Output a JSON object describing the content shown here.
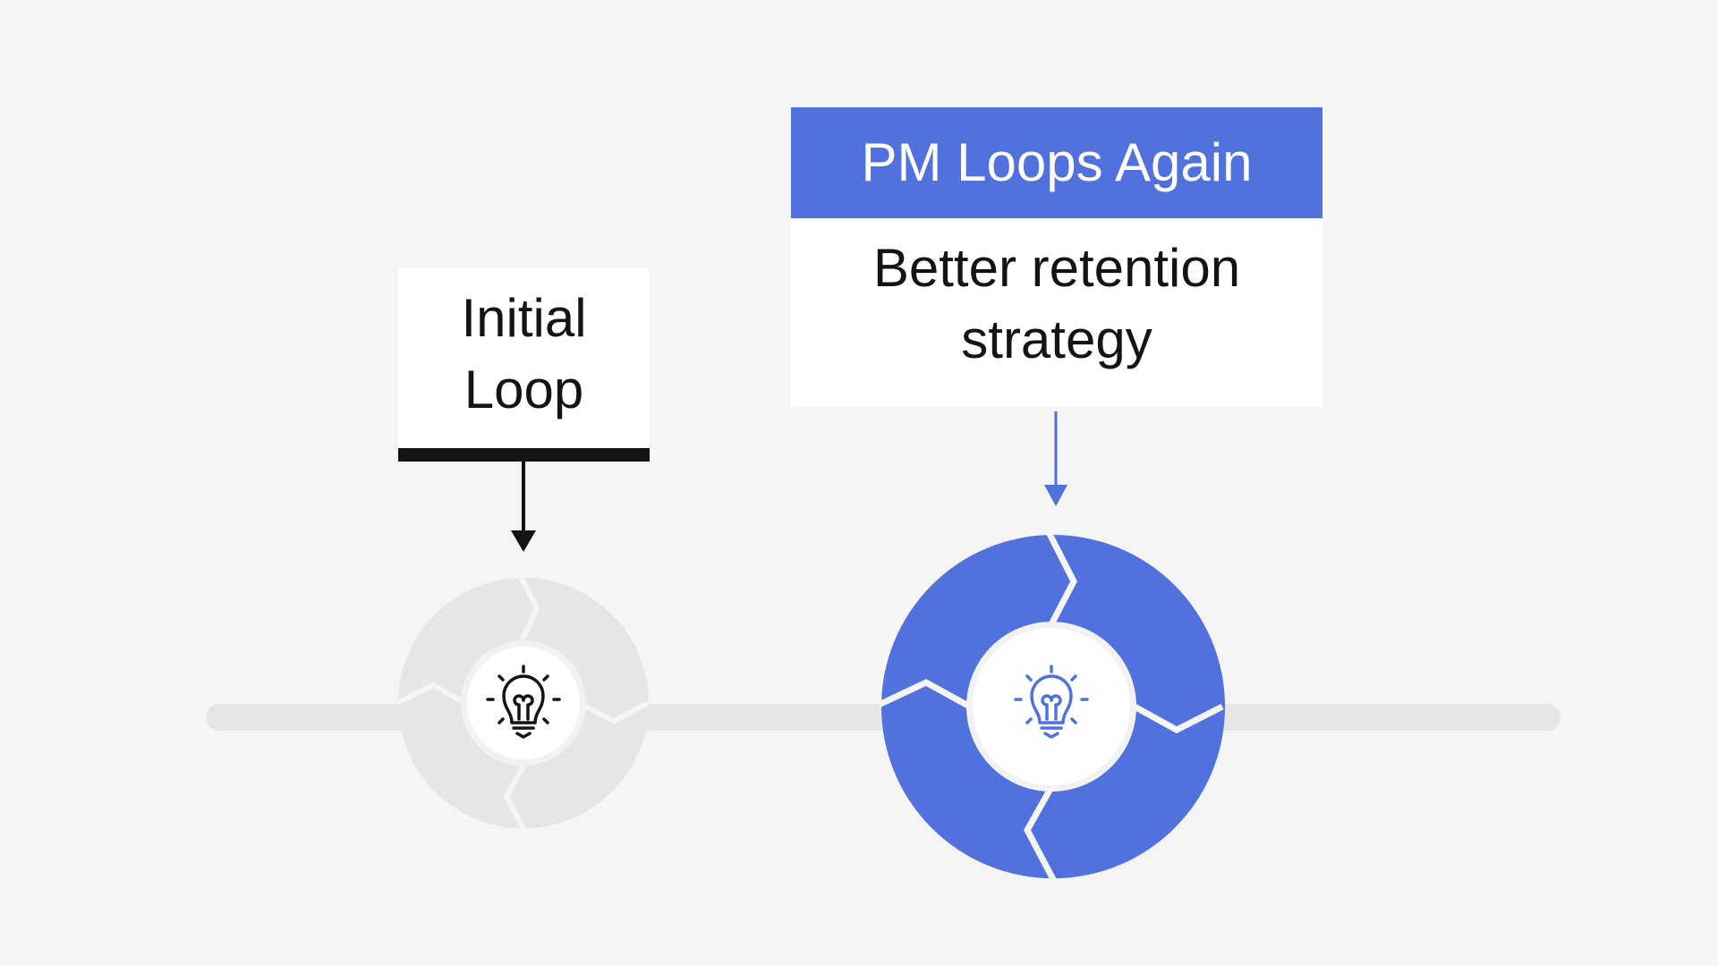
{
  "diagram": {
    "initial_loop": {
      "label": "Initial Loop",
      "ring_color": "#e6e6e5",
      "icon": "lightbulb-icon",
      "icon_color": "#141414"
    },
    "pm_loops_again": {
      "title": "PM Loops Again",
      "description": "Better retention strategy",
      "accent_color": "#5171dd",
      "icon": "lightbulb-icon",
      "icon_color": "#5171dd"
    },
    "colors": {
      "background": "#f5f5f5",
      "track": "#e6e6e5",
      "text": "#141414"
    }
  }
}
